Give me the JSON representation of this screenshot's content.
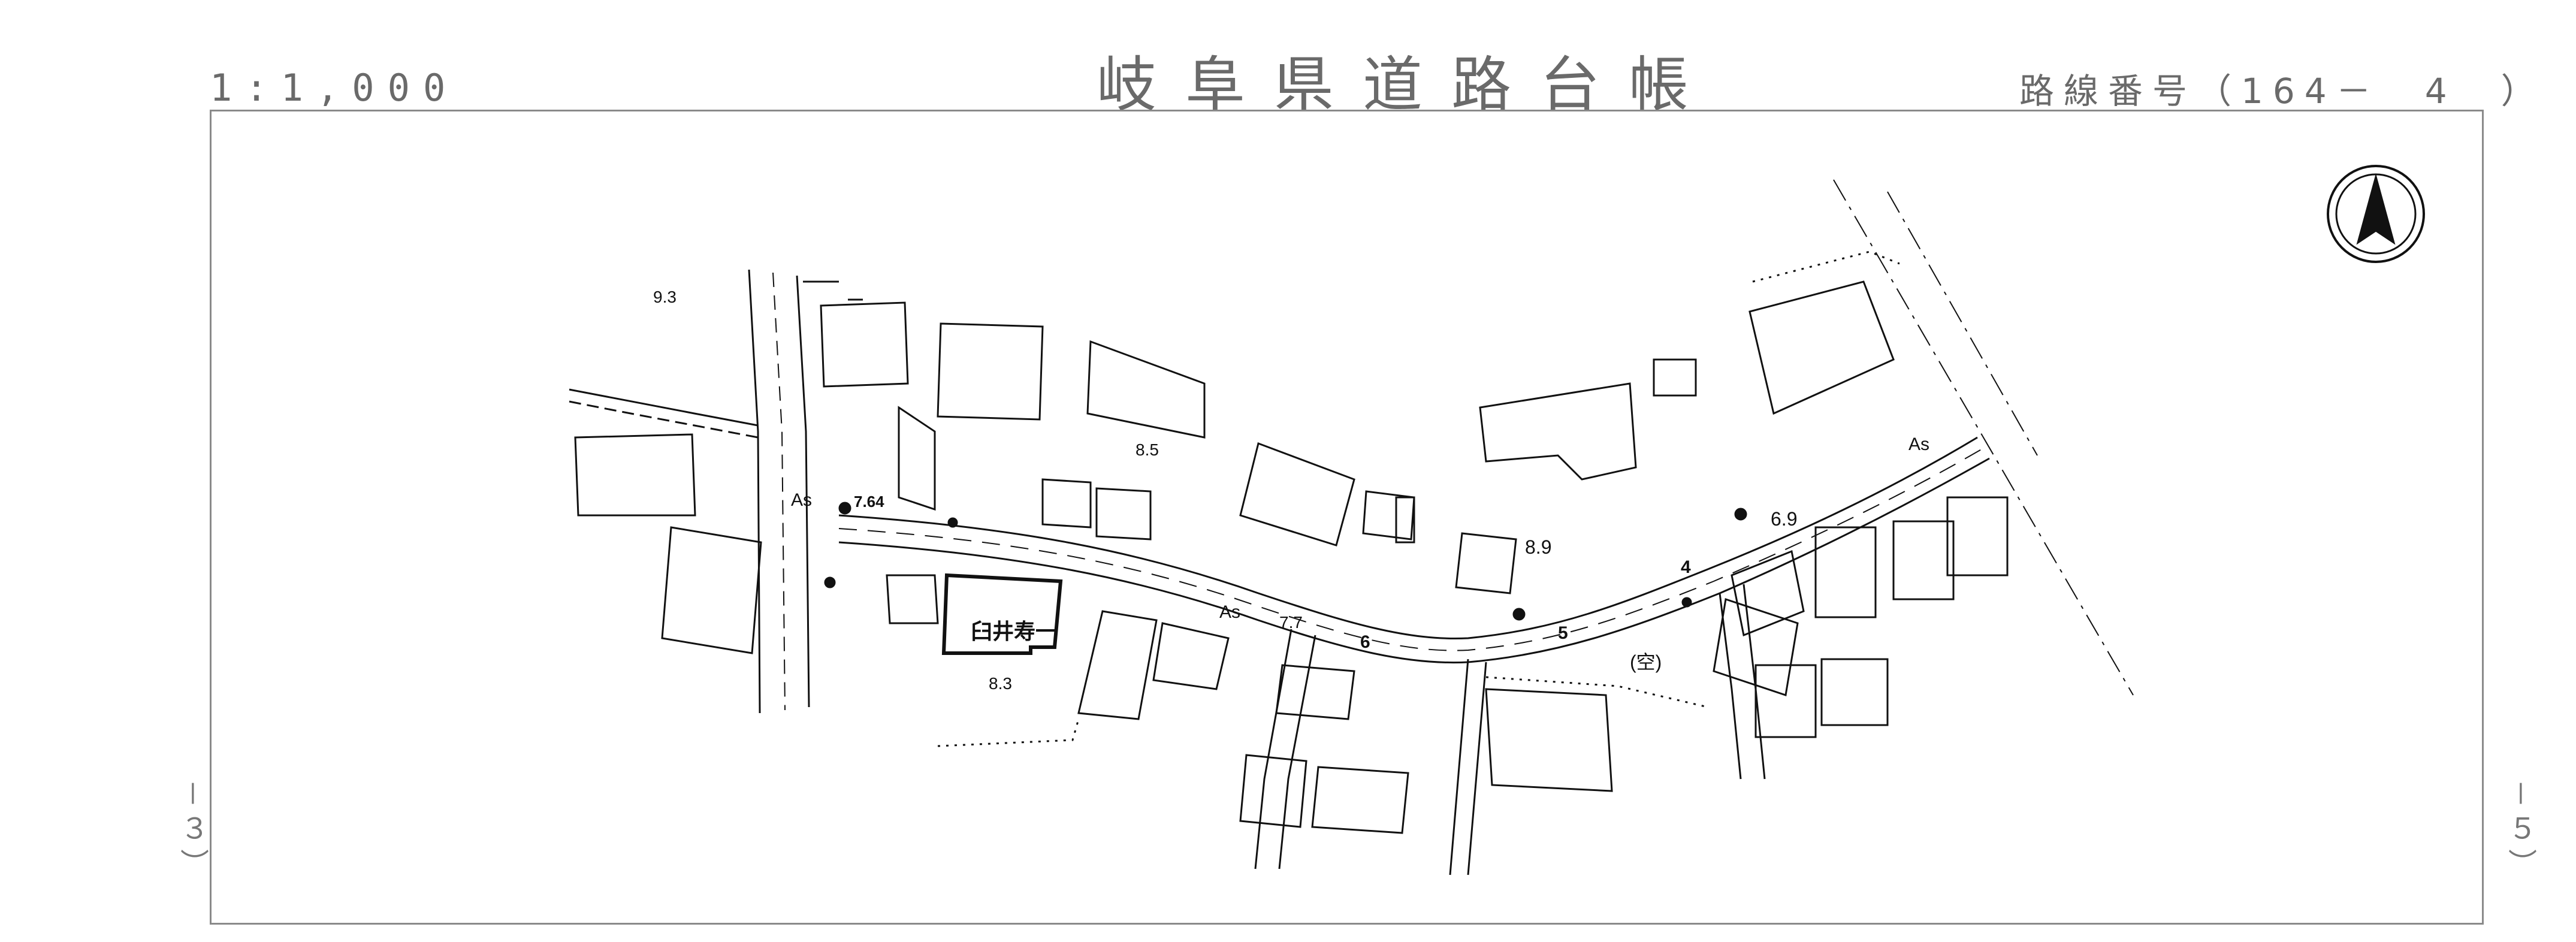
{
  "header": {
    "scale": "1:1,000",
    "title": "岐阜県道路台帳",
    "route_number": "路線番号（164－　4　）"
  },
  "side_labels": {
    "left": "－３）",
    "right": "－５）"
  },
  "map_labels": {
    "elev_9_3": "9.3",
    "elev_7_64": "7.64",
    "as_1": "As",
    "elev_8_5": "8.5",
    "owner": "臼井寿一",
    "elev_8_3": "8.3",
    "as_2": "As",
    "elev_7_7": "7.7",
    "elev_8_9": "8.9",
    "vacant": "(空)",
    "elev_6_9": "6.9",
    "as_3": "As",
    "km_6": "6",
    "km_5": "5",
    "km_4": "4"
  }
}
